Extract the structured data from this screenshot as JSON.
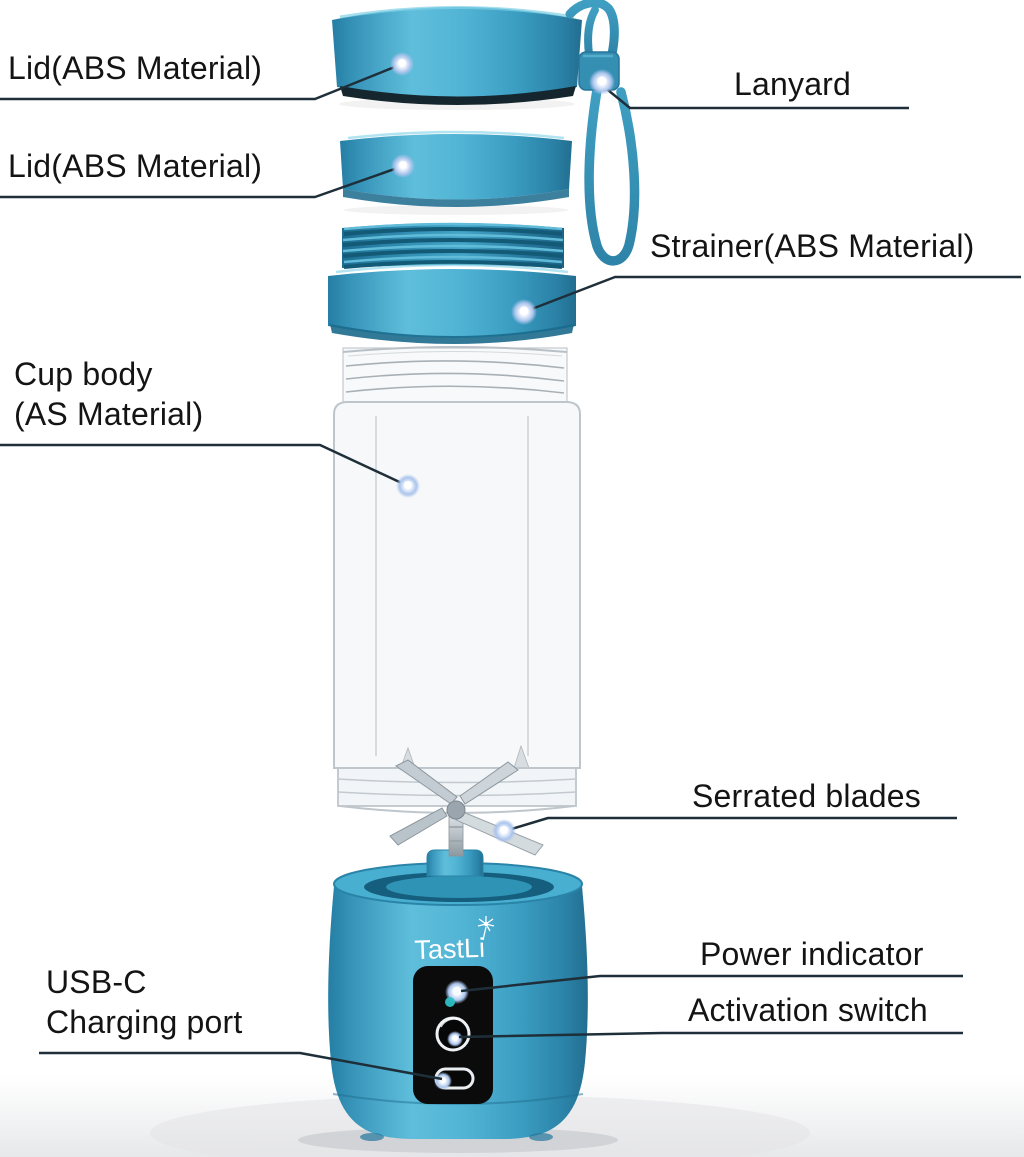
{
  "brand": {
    "name": "TastLi"
  },
  "palette": {
    "body_blue": "#3fa5c8",
    "blue_highlight": "#6cc6df",
    "blue_shadow": "#247a9e",
    "panel_black": "#0b0b0c",
    "label_text": "#141414",
    "leader_line": "#1e2f3a",
    "glow_dot": "#aac4ec"
  },
  "labels": {
    "lid_top": "Lid(ABS Material)",
    "lid_inner": "Lid(ABS Material)",
    "lanyard": "Lanyard",
    "strainer": "Strainer(ABS Material)",
    "cup_body_line1": "Cup body",
    "cup_body_line2": "(AS Material)",
    "serrated_blades": "Serrated blades",
    "power_indicator": "Power indicator",
    "activation_switch": "Activation switch",
    "usb_line1": "USB-C",
    "usb_line2": "Charging port"
  }
}
